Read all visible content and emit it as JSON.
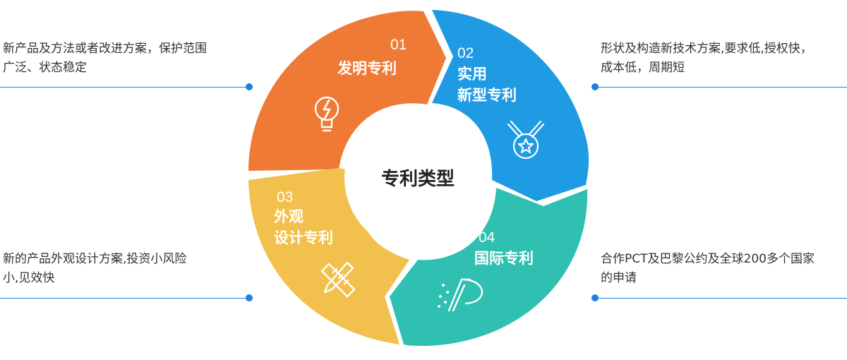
{
  "center": {
    "title": "专利类型"
  },
  "segments": [
    {
      "number": "01",
      "title_lines": [
        "发明专利"
      ],
      "color": "#ef7a35",
      "icon": "lightbulb-icon"
    },
    {
      "number": "02",
      "title_lines": [
        "实用",
        "新型专利"
      ],
      "color": "#1f9be4",
      "icon": "medal-icon"
    },
    {
      "number": "03",
      "title_lines": [
        "外观",
        "设计专利"
      ],
      "color": "#f2c04c",
      "icon": "ruler-pencil-icon"
    },
    {
      "number": "04",
      "title_lines": [
        "国际专利"
      ],
      "color": "#2fc0b2",
      "icon": "patent-logo-icon"
    }
  ],
  "descriptions": {
    "top_left": [
      "新产品及方法或者改进方案，保护范围",
      "广泛、状态稳定"
    ],
    "top_right": [
      "形状及构造新技术方案,要求低,授权快，",
      "成本低，周期短"
    ],
    "bottom_left": [
      "新的产品外观设计方案,投资小风险",
      "小,见效快"
    ],
    "bottom_right": [
      "合作PCT及巴黎公约及全球200多个国家",
      "的申请"
    ]
  },
  "accent_color": "#1e7fe0"
}
